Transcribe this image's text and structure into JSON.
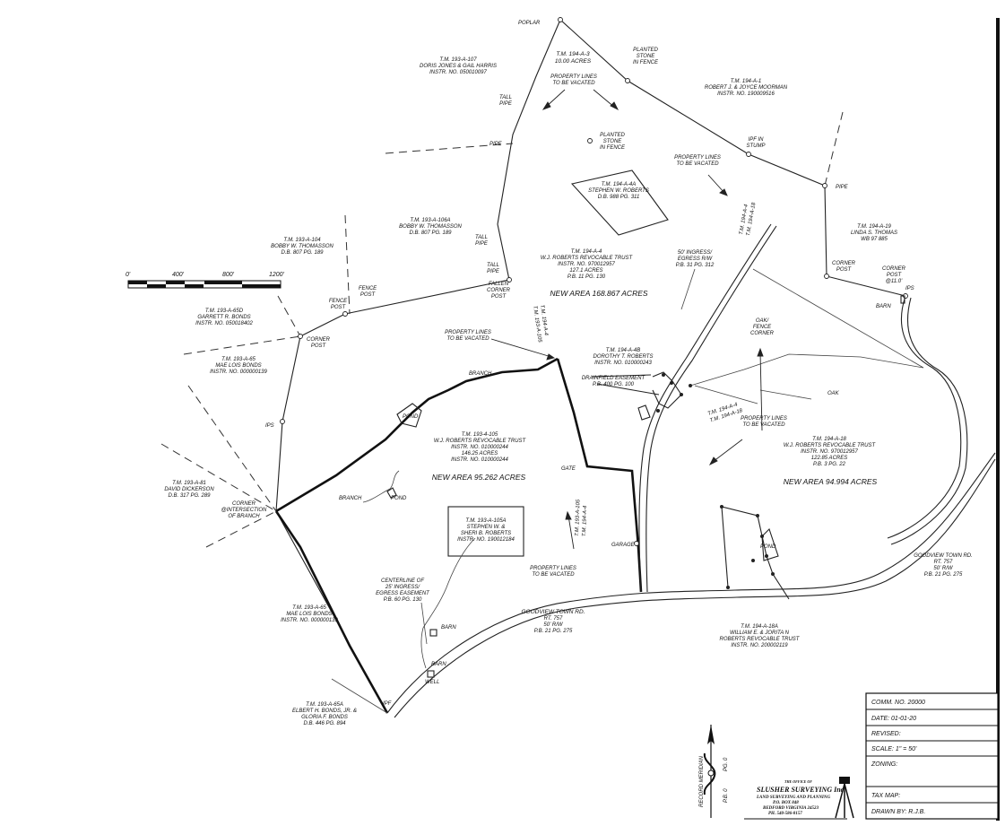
{
  "parcels": {
    "tm_194_a_3": [
      "T.M. 194-A-3",
      "10.00 ACRES"
    ],
    "tm_193_a_107": [
      "T.M. 193-A-107",
      "DORIS JONES & GAIL HARRIS",
      "INSTR. NO. 050010097"
    ],
    "tm_194_a_1": [
      "T.M. 194-A-1",
      "ROBERT J. & JOYCE MOORMAN",
      "INSTR. NO. 190009516"
    ],
    "tm_194_a_4a": [
      "T.M. 194-A-4A",
      "STEPHEN W. ROBERTS",
      "D.B. 988 PG. 311"
    ],
    "tm_193_a_106a": [
      "T.M. 193-A-106A",
      "BOBBY W. THOMASSON",
      "D.B. 807 PG. 189"
    ],
    "tm_193_a_104": [
      "T.M. 193-A-104",
      "BOBBY W. THOMASSON",
      "D.B. 807 PG. 189"
    ],
    "tm_194_a_4": [
      "T.M. 194-A-4",
      "W.J. ROBERTS REVOCABLE TRUST",
      "INSTR. NO. 970012957",
      "127.1 ACRES",
      "P.B. 11 PG. 130"
    ],
    "tm_194_a_19": [
      "T.M. 194-A-19",
      "LINDA S. THOMAS",
      "WB 97 885"
    ],
    "tm_193_a_65d": [
      "T.M. 193-A-65D",
      "GARRETT R. BONDS",
      "INSTR. NO. 050018402"
    ],
    "tm_194_a_4b": [
      "T.M. 194-A-4B",
      "DOROTHY T. ROBERTS",
      "INSTR. NO. 010000243"
    ],
    "tm_193_a_65": [
      "T.M. 193-A-65",
      "MAE LOIS BONDS",
      "INSTR. NO. 000000139"
    ],
    "tm_193_4_105": [
      "T.M. 193-4-105",
      "W.J. ROBERTS REVOCABLE TRUST",
      "INSTR. NO. 010000244",
      "146.25 ACRES",
      "INSTR. NO. 010000244"
    ],
    "tm_194_a_18": [
      "T.M. 194-A-18",
      "W.J. ROBERTS REVOCABLE TRUST",
      "INSTR. NO. 970012957",
      "122.85 ACRES",
      "P.B. 3 PG. 22"
    ],
    "tm_193_a_81": [
      "T.M. 193-A-81",
      "DAVID DICKERSON",
      "D.B. 317 PG. 289"
    ],
    "tm_193_a_105a": [
      "T.M. 193-A-105A",
      "STEPHEN W. &",
      "SHERI B. ROBERTS",
      "INSTR. NO. 190012184"
    ],
    "tm_193_a_65_b": [
      "T.M. 193-A-65",
      "MAE LOIS BONDS",
      "INSTR. NO. 000000139"
    ],
    "tm_194_a_18a": [
      "T.M. 194-A-18A",
      "WILLIAM E. & JORITA N",
      "ROBERTS REVOCABLE TRUST",
      "INSTR. NO. 200002119"
    ],
    "tm_193_a_65a": [
      "T.M. 193-A-65A",
      "ELBERT H. BONDS, JR. &",
      "GLORIA F. BONDS",
      "D.B. 446 PG. 894"
    ]
  },
  "areas": {
    "north": "NEW AREA 168.867 ACRES",
    "west": "NEW AREA 95.262 ACRES",
    "east": "NEW AREA 94.994 ACRES"
  },
  "roads": {
    "goodview_center": [
      "GOODVIEW TOWN RD.",
      "RT. 757",
      "50' R/W",
      "P.B. 21 PG. 275"
    ],
    "goodview_east": [
      "GOODVIEW TOWN RD.",
      "RT. 757",
      "50' R/W",
      "P.B. 21 PG. 275"
    ]
  },
  "easements": {
    "ingress_50": [
      "50' INGRESS/",
      "EGRESS R/W",
      "P.B. 31 PG. 312"
    ],
    "drainfield": [
      "DRAINFIELD EASEMENT",
      "P.B. 400 PG. 100"
    ],
    "centerline_25": [
      "CENTERLINE OF",
      "25' INGRESS/",
      "EGRESS EASEMENT",
      "P.B. 60 PG. 130"
    ]
  },
  "notes": {
    "vacated": [
      "PROPERTY LINES",
      "TO BE VACATED"
    ]
  },
  "markers": {
    "poplar": "POPLAR",
    "planted_stone_1": [
      "PLANTED",
      "STONE",
      "IN FENCE"
    ],
    "planted_stone_2": [
      "PLANTED",
      "STONE",
      "IN FENCE"
    ],
    "tall_pipe": [
      "TALL",
      "PIPE"
    ],
    "pipe": "PIPE",
    "ipf_in_stump": [
      "IPF IN",
      "STUMP"
    ],
    "fallen_corner_post": [
      "FALLEN",
      "CORNER",
      "POST"
    ],
    "fence_post": [
      "FENCE",
      "POST"
    ],
    "corner_post": [
      "CORNER",
      "POST"
    ],
    "corner_post_11": [
      "CORNER",
      "POST",
      "@11.0'"
    ],
    "ips": "IPS",
    "ipf": "IPF",
    "barn": "BARN",
    "branch": "BRANCH",
    "pond": "POND",
    "gate": "GATE",
    "garage": "GARAGE",
    "well": "WELL",
    "oak": "OAK",
    "oak_fence_corner": [
      "OAK/",
      "FENCE",
      "CORNER"
    ],
    "corner_intersection": [
      "CORNER",
      "@INTERSECTION",
      "OF BRANCH"
    ]
  },
  "rotated": {
    "tm_194_a_4_18": [
      "T.M. 194-A-4",
      "T.M. 194-A-18"
    ],
    "tm_193_a_105_v": [
      "T.M. 194-A-4",
      "T.M. 193-A-105"
    ],
    "tm_193_a_105_s": [
      "T.M. 193-A-105",
      "T.M. 194-A-4"
    ]
  },
  "scale_bar": [
    "0'",
    "400'",
    "800'",
    "1200'"
  ],
  "meridian": {
    "label": "RECORD MERIDIAN",
    "ref1": "P.B. 0",
    "ref2": "PG. 0"
  },
  "surveyor": {
    "pre": "THE OFFICE OF",
    "name": "SLUSHER SURVEYING Inc.",
    "tagline": "LAND SURVEYING AND PLANNING",
    "box": "P.O. BOX 848",
    "city": "BEDFORD VIRGINIA 24523",
    "phone": "PH. 540-586-8157"
  },
  "title_block": {
    "comm": "COMM. NO. 20000",
    "date": "DATE: 01-01-20",
    "revised": "REVISED:",
    "scale": "SCALE: 1\" = 50'",
    "zoning": "ZONING:",
    "tax_map": "TAX MAP:",
    "drawn_by": "DRAWN BY: R.J.B."
  }
}
